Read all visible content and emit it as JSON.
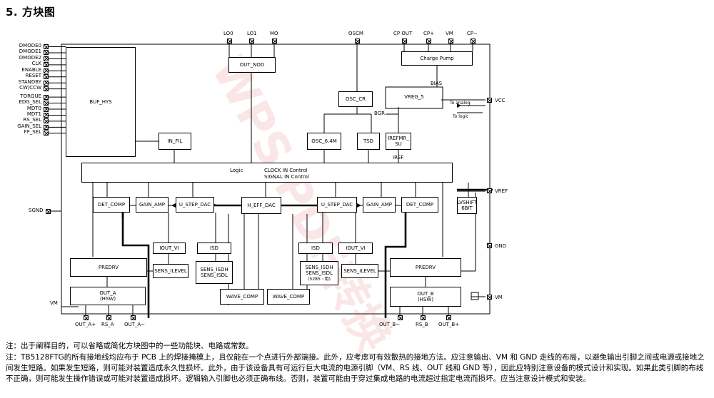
{
  "section_title": "5. 方块图",
  "left_pins": [
    "DMODE0",
    "DMODE1",
    "DMODE2",
    "CLK",
    "ENABLE",
    "RESET",
    "STANDBY",
    "CW/CCW",
    "TORQUE",
    "EDG_SEL",
    "MDT0",
    "MDT1",
    "RS_SEL",
    "GAIN_SEL",
    "FF_SEL"
  ],
  "sgnd_label": "SGND",
  "vm_left_label": "VM",
  "top_pins": {
    "lo0": "LO0",
    "lo1": "LO1",
    "mo": "MO",
    "oscm": "OSCM",
    "cpout": "CP OUT",
    "cpplus": "CP+",
    "vm": "VM",
    "cpminus": "CP−"
  },
  "right_pins": {
    "vcc": "VCC",
    "vref": "VREF",
    "gnd": "GND",
    "vm": "VM"
  },
  "bottom_pins": {
    "outa_plus": "OUT_A+",
    "rs_a": "RS_A",
    "outa_minus": "OUT_A−",
    "outb_minus": "OUT_B−",
    "rs_b": "RS_B",
    "outb_plus": "OUT_B+"
  },
  "blocks": {
    "buf_hys": "BUF_HYS",
    "in_fil": "IN_FIL",
    "out_nod": "OUT_NOD",
    "osc_cr": "OSC_CR",
    "bgr": "BGR",
    "osc_64m": "OSC_6.4M",
    "tsd": "TSD",
    "vreg5": "VREG_5",
    "bias": "BIAS",
    "ireffmr_line1": "IREFMR_",
    "ireffmr_line2": "SU",
    "iref": "IREF",
    "charge_pump": "Charge Pump",
    "to_analog": "To analog",
    "to_logic": "To logic",
    "logic": "Logic",
    "clock_ctrl": "CLOCK IN Control",
    "signal_ctrl": "SIGNAL IN Control",
    "det_comp_a": "DET_COMP",
    "gain_amp_a": "GAIN_AMP",
    "u_step_dac_a": "U_STEP_DAC",
    "h_eff_dac": "H_EFF_DAC",
    "u_step_dac_b": "U_STEP_DAC",
    "gain_amp_b": "GAIN_AMP",
    "det_comp_b": "DET_COMP",
    "lvshift_line1": "LVSHIFT",
    "lvshift_line2": "6BIT",
    "iout_vi_a": "IOUT_VI",
    "isd_a": "ISD",
    "isd_b": "ISD",
    "iout_vi_b": "IOUT_VI",
    "predrv_a": "PREDRV",
    "sens_level_a": "SENS_ILEVEL",
    "sens_isdh_a": "SENS_ISDH",
    "sens_isdl_a": "SENS_ISDL",
    "sens_isdh_b": "SENS_ISDH",
    "sens_isdl_b": "SENS_ISDL",
    "sens_note_b": "(5285 ⋅⋅用)",
    "sens_level_b": "SENS_ILEVEL",
    "predrv_b": "PREDRV",
    "out_a": "OUT_A",
    "hsw_a": "(HSW)",
    "wave_comp_a": "WAVE_COMP",
    "wave_comp_b": "WAVE_COMP",
    "out_b": "OUT_B",
    "hsw_b": "(HSW)"
  },
  "notes": [
    "注：出于阐释目的，可以省略或简化方块图中的一些功能块、电路或常数。",
    "注：TB5128FTG的所有接地线均应布于 PCB 上的焊接掩模上，且仅能在一个点进行外部端接。此外，应考虑可有效散热的接地方法。应注意输出、VM 和 GND 走线的布局，以避免输出引脚之间或电源或接地之间发生短路。如果发生短路，则可能对装置造成永久性损坏。此外，由于该设备具有可运行巨大电流的电源引脚（VM、RS 线、OUT 线和 GND 等），因此应特别注意设备的模式设计和实现。如果此类引脚的布线不正确，则可能发生操作错误或可能对装置造成损坏。逻辑输入引脚也必须正确布线。否则，装置可能由于穿过集成电路的电流超过指定电流而损坏。应当注意设计模式和安装。"
  ]
}
